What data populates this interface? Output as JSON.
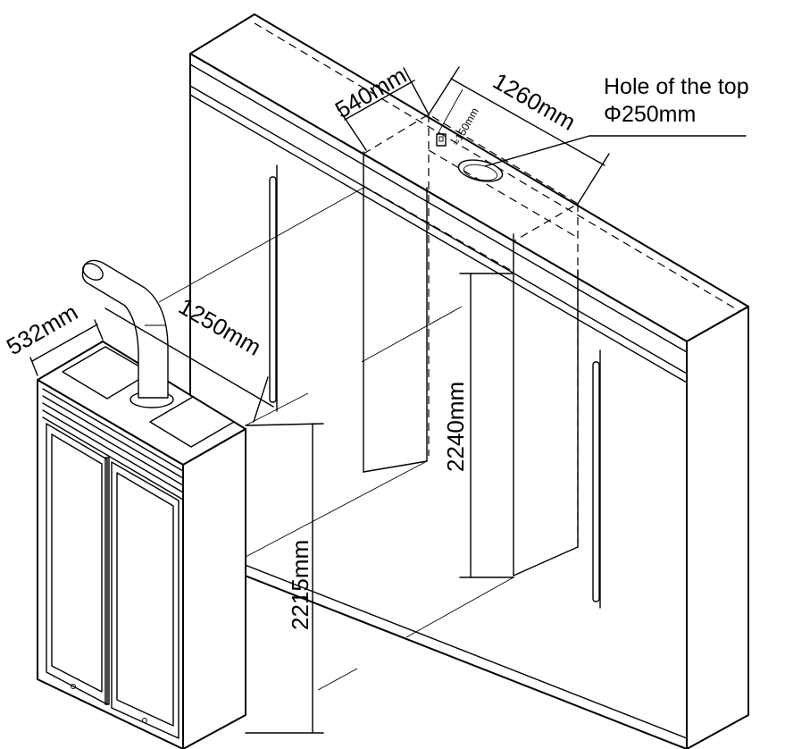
{
  "dimensions": {
    "cabinet_depth": "540mm",
    "cabinet_width": "1260mm",
    "hole_offset": "≈150mm",
    "cabinet_height": "2240mm",
    "unit_depth": "532mm",
    "unit_width": "1250mm",
    "unit_height": "2215mm"
  },
  "callout": {
    "line1": "Hole of the top",
    "line2": "Φ250mm"
  }
}
